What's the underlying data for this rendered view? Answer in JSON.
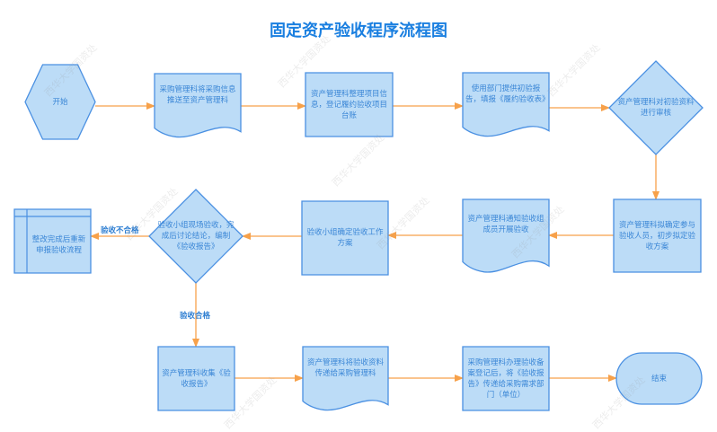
{
  "title": "固定资产验收程序流程图",
  "colors": {
    "node_fill": "#bcdcf7",
    "node_stroke": "#4a90e2",
    "arrow": "#f7a14a",
    "title": "#1a7fe0",
    "text": "#3a86d6"
  },
  "nodes": {
    "start": {
      "shape": "hexagon",
      "label": "开始"
    },
    "n1": {
      "shape": "document",
      "label": "采购管理科将采购信息推送至资产管理科"
    },
    "n2": {
      "shape": "process",
      "label": "资产管理科整理项目信息，登记履约验收项目台账"
    },
    "n3": {
      "shape": "document",
      "label": "使用部门提供初验报告，填报《履约验收表》"
    },
    "n4": {
      "shape": "decision",
      "label": "资产管理科对初验资料进行审核"
    },
    "n5": {
      "shape": "process",
      "label": "资产管理科拟确定参与验收人员，初步拟定验收方案"
    },
    "n6": {
      "shape": "document",
      "label": "资产管理科通知验收组成员开展验收"
    },
    "n7": {
      "shape": "process",
      "label": "验收小组确定验收工作方案"
    },
    "n8": {
      "shape": "decision",
      "label": "验收小组现场验收，完成后讨论结论，编制《验收报告》"
    },
    "n9": {
      "shape": "internal-storage",
      "label": "整改完成后重新申报验收流程"
    },
    "n10": {
      "shape": "process",
      "label": "资产管理科收集《验收报告》"
    },
    "n11": {
      "shape": "document",
      "label": "资产管理科将验收资料传递给采购管理科"
    },
    "n12": {
      "shape": "process",
      "label": "采购管理科办理验收备案登记后，将《验收报告》传递给采购需求部门（单位）"
    },
    "end": {
      "shape": "terminator",
      "label": "结束"
    }
  },
  "edges": [
    {
      "from": "start",
      "to": "n1",
      "label": ""
    },
    {
      "from": "n1",
      "to": "n2",
      "label": ""
    },
    {
      "from": "n2",
      "to": "n3",
      "label": ""
    },
    {
      "from": "n3",
      "to": "n4",
      "label": ""
    },
    {
      "from": "n4",
      "to": "n5",
      "label": ""
    },
    {
      "from": "n5",
      "to": "n6",
      "label": ""
    },
    {
      "from": "n6",
      "to": "n7",
      "label": ""
    },
    {
      "from": "n7",
      "to": "n8",
      "label": ""
    },
    {
      "from": "n8",
      "to": "n9",
      "label": "验收不合格"
    },
    {
      "from": "n8",
      "to": "n10",
      "label": "验收合格"
    },
    {
      "from": "n10",
      "to": "n11",
      "label": ""
    },
    {
      "from": "n11",
      "to": "n12",
      "label": ""
    },
    {
      "from": "n12",
      "to": "end",
      "label": ""
    }
  ],
  "watermark": "西华大学国资处"
}
